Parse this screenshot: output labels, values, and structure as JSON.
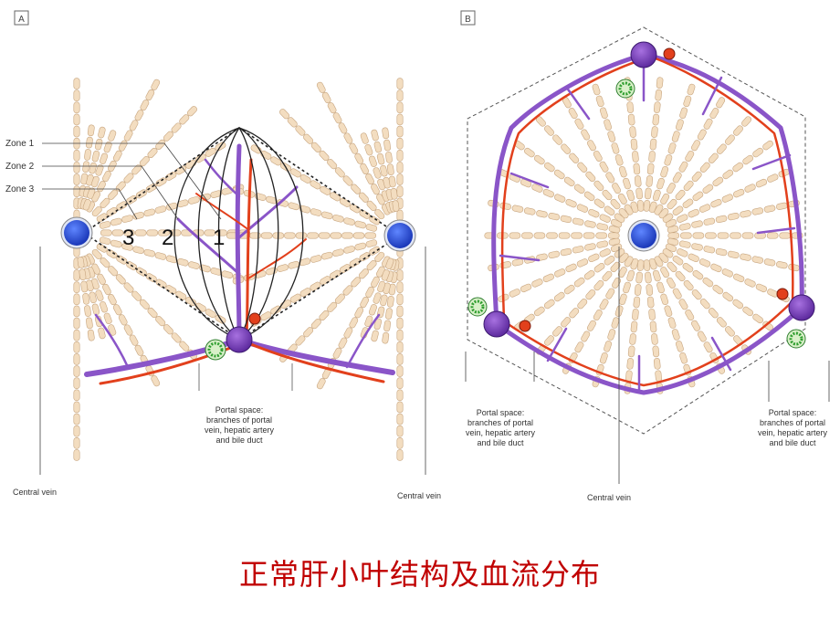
{
  "panel_a": {
    "letter": "A",
    "zone_labels": [
      "Zone 1",
      "Zone 2",
      "Zone 3"
    ],
    "zone_numbers": [
      "3",
      "2",
      "1"
    ],
    "portal_label": [
      "Portal space:",
      "branches of portal",
      "vein, hepatic artery",
      "and bile duct"
    ],
    "central_vein_left": "Central vein",
    "central_vein_right": "Central vein"
  },
  "panel_b": {
    "letter": "B",
    "portal_label_left": [
      "Portal space:",
      "branches of portal",
      "vein, hepatic artery",
      "and bile duct"
    ],
    "portal_label_right": [
      "Portal space:",
      "branches of portal",
      "vein, hepatic artery",
      "and bile duct"
    ],
    "central_vein": "Central vein"
  },
  "caption": "正常肝小叶结构及血流分布",
  "colors": {
    "hepatocyte": "#f3ddc0",
    "hepatocyte_edge": "#c7a57f",
    "portal_vein": "#8a55c8",
    "portal_vein_dark": "#5a2a9a",
    "artery": "#e2401c",
    "central_vein": "#2b54d6",
    "bile_duct": "#2f9e2f",
    "caption": "#c00000"
  }
}
